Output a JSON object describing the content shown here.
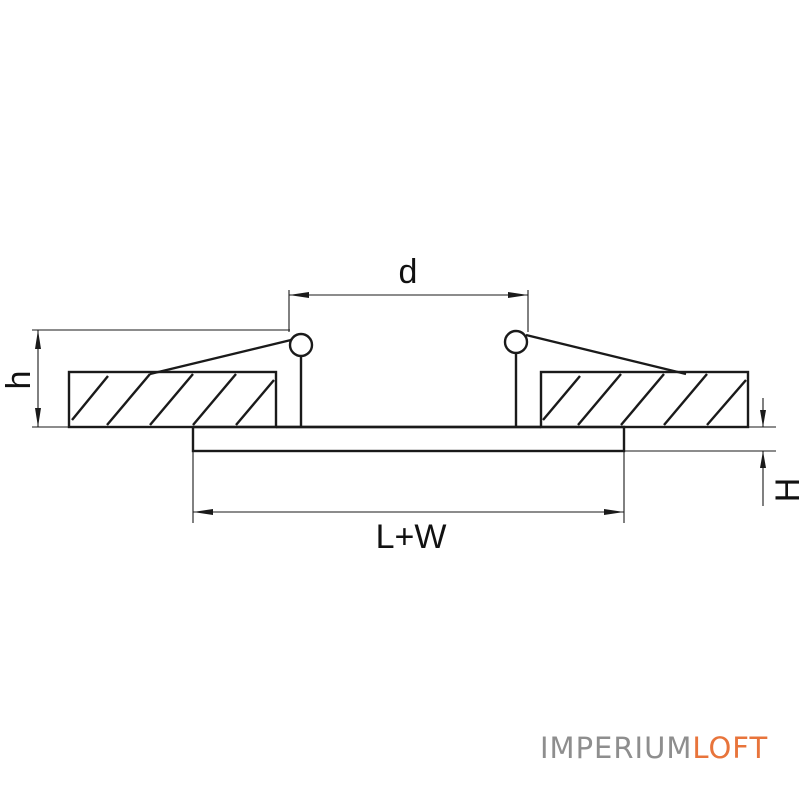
{
  "labels": {
    "d": "d",
    "h": "h",
    "H": "H",
    "lw": "L+W"
  },
  "logo": {
    "part1": "IMPERIUM",
    "part2": "LOFT"
  },
  "colors": {
    "line": "#1a1a1a",
    "logo_gray": "#8e8e8e",
    "logo_orange": "#e8743b"
  }
}
